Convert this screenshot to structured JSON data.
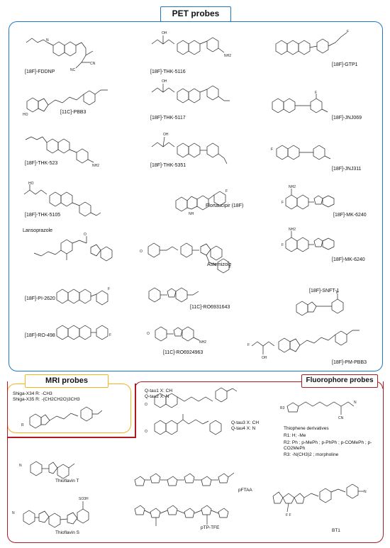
{
  "sections": {
    "pet": {
      "title": "PET probes",
      "color": "#1f77c4"
    },
    "mri": {
      "title": "MRI probes",
      "color": "#f2b51c"
    },
    "fluoro": {
      "title": "Fluorophore probes",
      "color": "#b0191e"
    }
  },
  "pet_labels": {
    "fddnp": "[18F]-FDDNP",
    "thk5116": "[18F]-THK-5116",
    "gtp1": "[18F]-GTP1",
    "pbb3": "[11C]-PBB3",
    "thk5117": "[18F]-THK-5117",
    "jnj069": "[18F]-JNJ069",
    "thk523": "[18F]-THK-523",
    "thk5351": "[18F]-THK-5351",
    "jnj311": "[18F]-JNJ311",
    "thk5105": "[18F]-THK-5105",
    "flortaucipir": "Flortaucipir (18F)",
    "mk6240a": "[18F]-MK-6240",
    "lansoprazole": "Lansoprazole",
    "astemizole": "Astemizole",
    "mk6240b": "[18F]-MK-6240",
    "pi2620": "[18F]-PI-2620",
    "ro6931643": "[11C]-RO6931643",
    "snft1": "[18F]-SNFT-1",
    "ro498": "[18F]-RO-498",
    "ro6924963": "[11C]-RO6924963",
    "pmpbb3": "[18F]-PM-PBB3"
  },
  "mri_text": {
    "shiga34": "Shiga-X34 R: -CH3",
    "shiga35": "Shiga-X35 R: -(CH2CH2O)3CH3"
  },
  "fluoro_text": {
    "qtau12a": "Q-tau1 X: CH",
    "qtau12b": "Q-tau2 X: N",
    "qtau34a": "Q-tau3 X: CH",
    "qtau34b": "Q-tau4 X: N",
    "thio_title": "Thiophene derivatives",
    "r1": "R1: H; -Me",
    "r2a": "R2: Ph ; p-MePh ; p-PhPh ; p-COMePh ; p-",
    "r2b": "CO2MePh",
    "r3": "R3: -N(CH3)2 ; morpholine",
    "thioT": "Thioflavin T",
    "thioS": "Thioflavin S",
    "pftaa": "pFTAA",
    "ptptfe": "pTP-TFE",
    "bt1": "BT1"
  }
}
